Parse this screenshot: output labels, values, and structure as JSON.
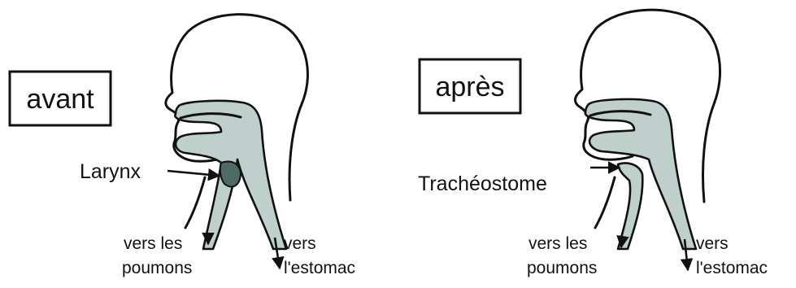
{
  "panels": {
    "before": {
      "label": "avant",
      "structure": "Larynx",
      "to_lungs": [
        "vers les",
        "poumons"
      ],
      "to_stomach": [
        "vers",
        "l'estomac"
      ]
    },
    "after": {
      "label": "après",
      "structure": "Trachéostome",
      "to_lungs": [
        "vers les",
        "poumons"
      ],
      "to_stomach": [
        "vers",
        "l'estomac"
      ]
    }
  },
  "colors": {
    "airway_fill": "#bfcfcb",
    "larynx_fill": "#4f6b66",
    "outline": "#111111"
  }
}
